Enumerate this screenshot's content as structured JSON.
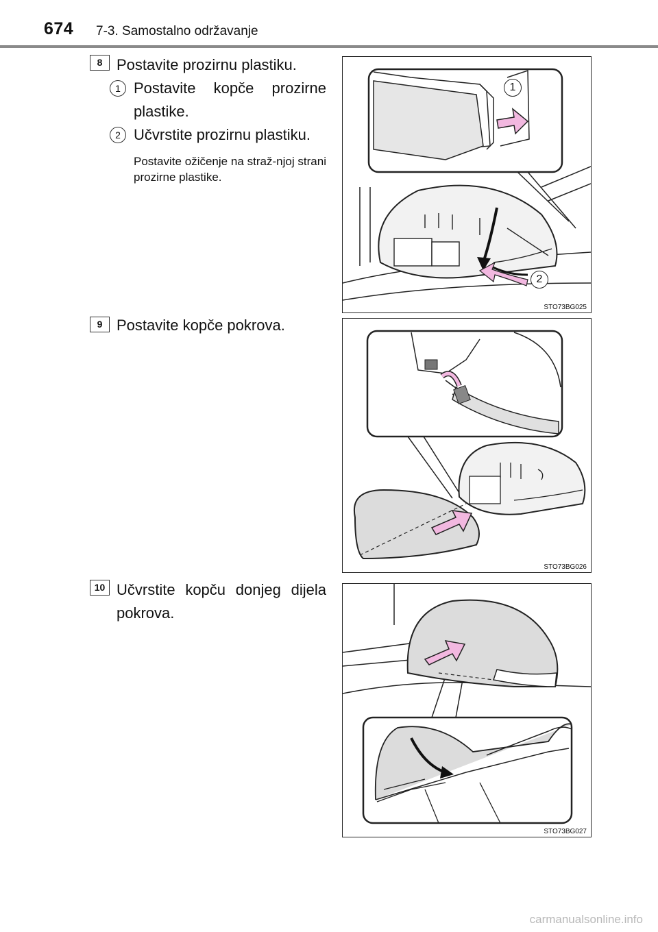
{
  "header": {
    "page_number": "674",
    "section_title": "7-3. Samostalno održavanje"
  },
  "steps": [
    {
      "badge": "8",
      "text": "Postavite prozirnu plastiku.",
      "substeps": [
        {
          "num": "1",
          "text": "Postavite kopče prozirne plastike."
        },
        {
          "num": "2",
          "text": "Učvrstite prozirnu plastiku."
        }
      ],
      "note": "Postavite ožičenje na straž-njoj strani prozirne plastike.",
      "figure": {
        "code": "STO73BG025",
        "callouts": [
          "1",
          "2"
        ]
      }
    },
    {
      "badge": "9",
      "text": "Postavite kopče pokrova.",
      "figure": {
        "code": "STO73BG026"
      }
    },
    {
      "badge": "10",
      "text": "Učvrstite kopču donjeg dijela pokrova.",
      "figure": {
        "code": "STO73BG027"
      }
    }
  ],
  "colors": {
    "arrow": "#f2b8e0",
    "cover": "#dcdcdc",
    "rule": "#8a8a8a"
  },
  "watermark": "carmanualsonline.info"
}
